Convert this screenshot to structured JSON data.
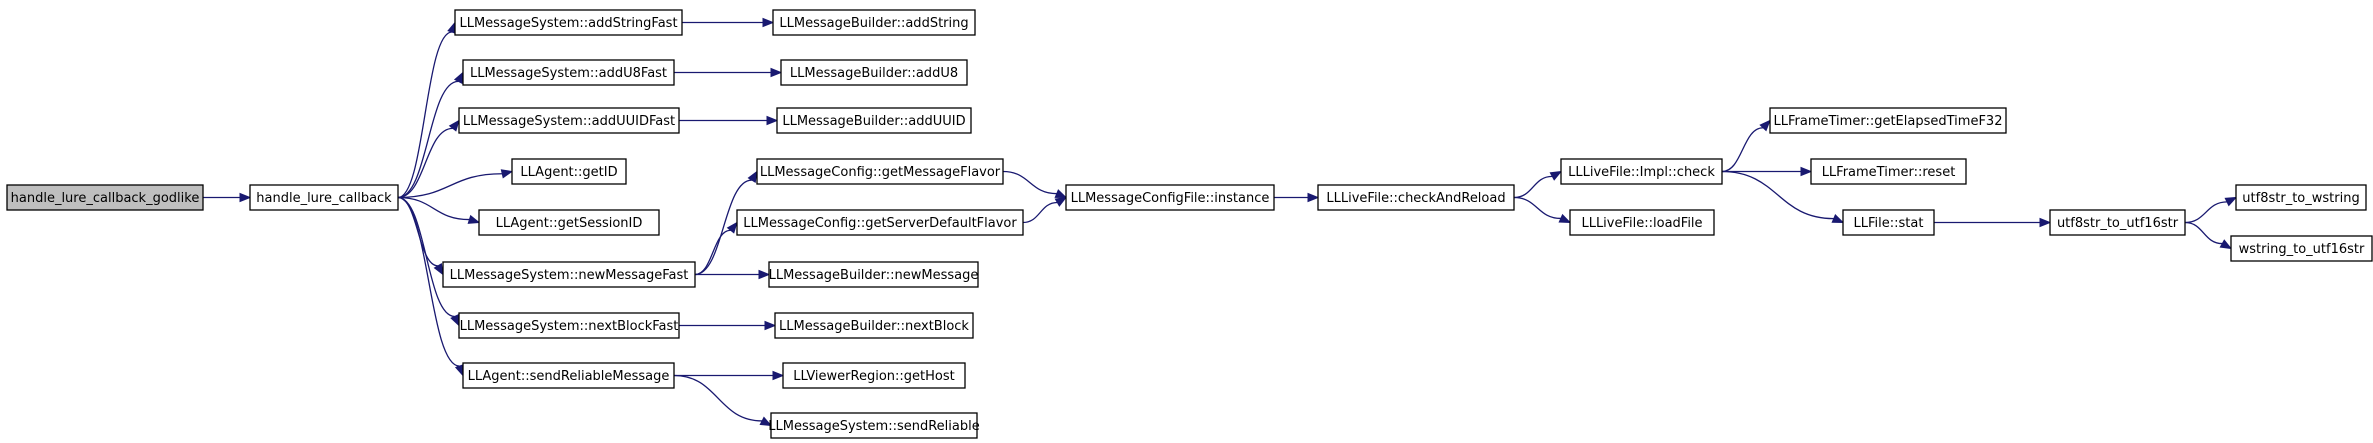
{
  "diagram": {
    "type": "call-graph",
    "colors": {
      "edge": "#191970",
      "node_border": "#000000",
      "node_fill": "#ffffff",
      "root_fill": "#bfbfbf"
    },
    "nodes": [
      {
        "id": "n0",
        "label": "handle_lure_callback_godlike",
        "root": true
      },
      {
        "id": "n1",
        "label": "handle_lure_callback"
      },
      {
        "id": "n2",
        "label": "LLMessageSystem::addStringFast"
      },
      {
        "id": "n3",
        "label": "LLMessageBuilder::addString"
      },
      {
        "id": "n4",
        "label": "LLMessageSystem::addU8Fast"
      },
      {
        "id": "n5",
        "label": "LLMessageBuilder::addU8"
      },
      {
        "id": "n6",
        "label": "LLMessageSystem::addUUIDFast"
      },
      {
        "id": "n7",
        "label": "LLMessageBuilder::addUUID"
      },
      {
        "id": "n8",
        "label": "LLAgent::getID"
      },
      {
        "id": "n9",
        "label": "LLAgent::getSessionID"
      },
      {
        "id": "n10",
        "label": "LLMessageConfig::getMessageFlavor"
      },
      {
        "id": "n11",
        "label": "LLMessageConfig::getServerDefaultFlavor"
      },
      {
        "id": "n12",
        "label": "LLMessageConfigFile::instance"
      },
      {
        "id": "n13",
        "label": "LLLiveFile::checkAndReload"
      },
      {
        "id": "n14",
        "label": "LLLiveFile::Impl::check"
      },
      {
        "id": "n15",
        "label": "LLFrameTimer::getElapsedTimeF32"
      },
      {
        "id": "n16",
        "label": "LLFrameTimer::reset"
      },
      {
        "id": "n17",
        "label": "LLFile::stat"
      },
      {
        "id": "n18",
        "label": "utf8str_to_utf16str"
      },
      {
        "id": "n19",
        "label": "utf8str_to_wstring"
      },
      {
        "id": "n20",
        "label": "wstring_to_utf16str"
      },
      {
        "id": "n21",
        "label": "LLLiveFile::loadFile"
      },
      {
        "id": "n22",
        "label": "LLMessageSystem::newMessageFast"
      },
      {
        "id": "n23",
        "label": "LLMessageBuilder::newMessage"
      },
      {
        "id": "n24",
        "label": "LLMessageSystem::nextBlockFast"
      },
      {
        "id": "n25",
        "label": "LLMessageBuilder::nextBlock"
      },
      {
        "id": "n26",
        "label": "LLAgent::sendReliableMessage"
      },
      {
        "id": "n27",
        "label": "LLViewerRegion::getHost"
      },
      {
        "id": "n28",
        "label": "LLMessageSystem::sendReliable"
      }
    ],
    "edges": [
      {
        "from": "n0",
        "to": "n1"
      },
      {
        "from": "n1",
        "to": "n2"
      },
      {
        "from": "n1",
        "to": "n4"
      },
      {
        "from": "n1",
        "to": "n6"
      },
      {
        "from": "n1",
        "to": "n8"
      },
      {
        "from": "n1",
        "to": "n9"
      },
      {
        "from": "n1",
        "to": "n22"
      },
      {
        "from": "n1",
        "to": "n24"
      },
      {
        "from": "n1",
        "to": "n26"
      },
      {
        "from": "n2",
        "to": "n3"
      },
      {
        "from": "n4",
        "to": "n5"
      },
      {
        "from": "n6",
        "to": "n7"
      },
      {
        "from": "n22",
        "to": "n10"
      },
      {
        "from": "n22",
        "to": "n11"
      },
      {
        "from": "n22",
        "to": "n23"
      },
      {
        "from": "n10",
        "to": "n12"
      },
      {
        "from": "n11",
        "to": "n12"
      },
      {
        "from": "n12",
        "to": "n13"
      },
      {
        "from": "n13",
        "to": "n14"
      },
      {
        "from": "n13",
        "to": "n21"
      },
      {
        "from": "n14",
        "to": "n15"
      },
      {
        "from": "n14",
        "to": "n16"
      },
      {
        "from": "n14",
        "to": "n17"
      },
      {
        "from": "n17",
        "to": "n18"
      },
      {
        "from": "n18",
        "to": "n19"
      },
      {
        "from": "n18",
        "to": "n20"
      },
      {
        "from": "n24",
        "to": "n25"
      },
      {
        "from": "n26",
        "to": "n27"
      },
      {
        "from": "n26",
        "to": "n28"
      }
    ]
  }
}
